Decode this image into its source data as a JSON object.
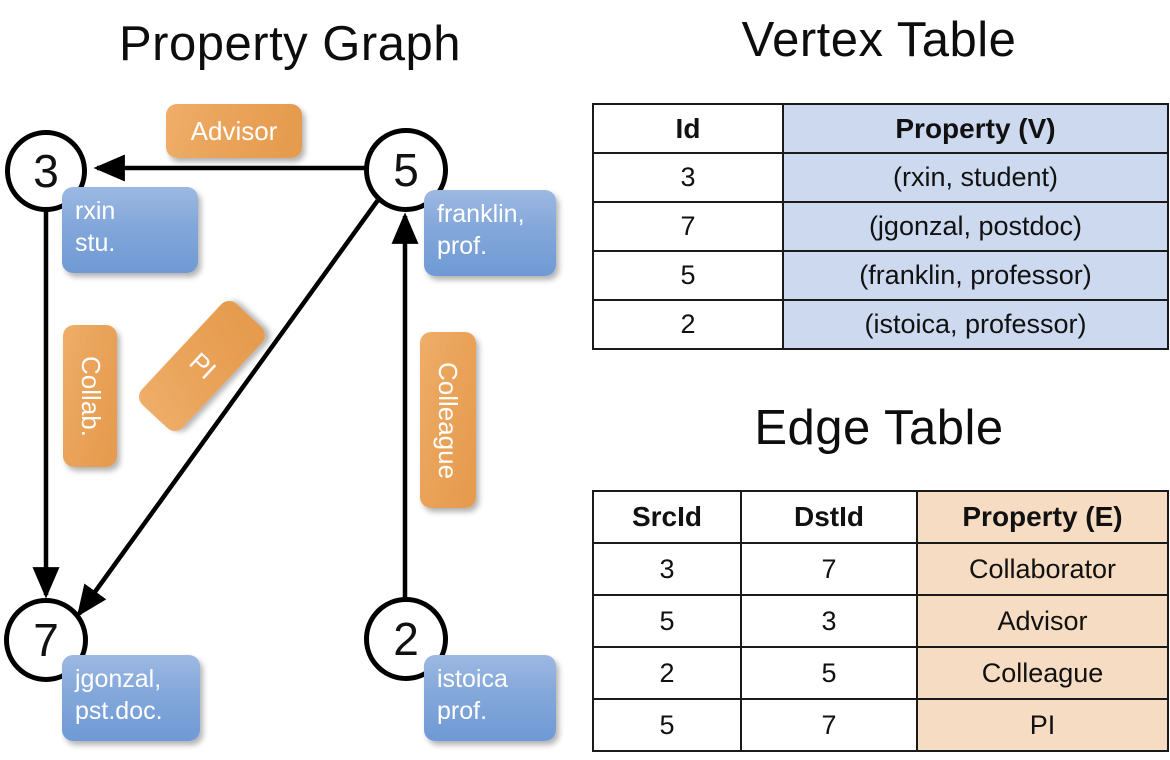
{
  "titles": {
    "graph": "Property Graph",
    "vertex_table": "Vertex Table",
    "edge_table": "Edge Table"
  },
  "graph": {
    "nodes": [
      {
        "id": "3",
        "property": "rxin\nstu."
      },
      {
        "id": "5",
        "property": "franklin,\nprof."
      },
      {
        "id": "7",
        "property": "jgonzal,\npst.doc."
      },
      {
        "id": "2",
        "property": "istoica\nprof."
      }
    ],
    "node_labels": {
      "n3": "3",
      "n5": "5",
      "n7": "7",
      "n2": "2"
    },
    "property_boxes": {
      "rxin_line1": "rxin",
      "rxin_line2": "stu.",
      "franklin_line1": "franklin,",
      "franklin_line2": "prof.",
      "jgonzal_line1": "jgonzal,",
      "jgonzal_line2": "pst.doc.",
      "istoica_line1": "istoica",
      "istoica_line2": "prof."
    },
    "edge_labels": {
      "advisor": "Advisor",
      "collab": "Collab.",
      "pi": "PI",
      "colleague": "Colleague"
    },
    "edges": [
      {
        "from": "5",
        "to": "3",
        "label": "Advisor"
      },
      {
        "from": "3",
        "to": "7",
        "label": "Collab."
      },
      {
        "from": "5",
        "to": "7",
        "label": "PI"
      },
      {
        "from": "2",
        "to": "5",
        "label": "Colleague"
      }
    ]
  },
  "vertex_table": {
    "headers": [
      "Id",
      "Property (V)"
    ],
    "rows": [
      {
        "id": "3",
        "property": "(rxin, student)"
      },
      {
        "id": "7",
        "property": "(jgonzal, postdoc)"
      },
      {
        "id": "5",
        "property": "(franklin, professor)"
      },
      {
        "id": "2",
        "property": "(istoica, professor)"
      }
    ]
  },
  "edge_table": {
    "headers": [
      "SrcId",
      "DstId",
      "Property (E)"
    ],
    "rows": [
      {
        "src": "3",
        "dst": "7",
        "property": "Collaborator"
      },
      {
        "src": "5",
        "dst": "3",
        "property": "Advisor"
      },
      {
        "src": "2",
        "dst": "5",
        "property": "Colleague"
      },
      {
        "src": "5",
        "dst": "7",
        "property": "PI"
      }
    ]
  },
  "colors": {
    "vertex_property_fill": "#ccd9ef",
    "edge_property_fill": "#f6dcc2",
    "node_box_blue": "#83a7da",
    "edge_label_orange": "#eaa45b",
    "stroke": "#000000"
  }
}
